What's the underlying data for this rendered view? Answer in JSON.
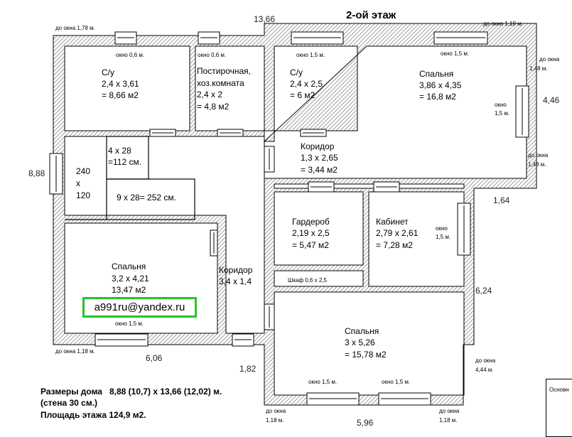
{
  "title": "2-ой этаж",
  "rooms": [
    {
      "id": "su1",
      "lines": [
        "С/у",
        "2,4 х 3,61",
        "= 8,66 м2"
      ]
    },
    {
      "id": "laundry",
      "lines": [
        "Постирочная,",
        "хоз.комната",
        "2,4 х 2",
        "= 4,8 м2"
      ]
    },
    {
      "id": "su2",
      "lines": [
        "С/у",
        "2,4 х 2,5",
        "= 6 м2"
      ]
    },
    {
      "id": "bed1",
      "lines": [
        "Спальня",
        "3,86 х 4,35",
        "= 16,8 м2"
      ]
    },
    {
      "id": "corr1",
      "lines": [
        "Коридор",
        "1,3 х 2,65",
        "= 3,44 м2"
      ]
    },
    {
      "id": "wardrobe",
      "lines": [
        "Гардероб",
        "2,19 х 2,5",
        "= 5,47 м2"
      ]
    },
    {
      "id": "cabinet",
      "lines": [
        "Кабинет",
        "2,79 х 2,61",
        "= 7,28 м2"
      ]
    },
    {
      "id": "bed2",
      "lines": [
        "Спальня",
        "3,2 х 4,21",
        "13,47 м2"
      ]
    },
    {
      "id": "corr2",
      "lines": [
        "Коридор",
        "3,4 х 1,4"
      ]
    },
    {
      "id": "bed3",
      "lines": [
        "Спальня",
        "3 х 5,26",
        "= 15,78 м2"
      ]
    }
  ],
  "stair_labels": [
    "4 х 28",
    "=112 см.",
    "9 х 28= 252 см.",
    "240",
    "х",
    "120"
  ],
  "closet_label": "Шкаф 0,6 х 2,5",
  "window_labels": [
    "окно 0,6 м.",
    "окно 0,6 м.",
    "окно 1,5 м.",
    "окно 1,5 м.",
    "окно 1,5 м.",
    "окно 1,5 м.",
    "окно 1,5 м."
  ],
  "side_window_labels": [
    [
      "окно",
      "1,5 м."
    ],
    [
      "окно",
      "1,5 м."
    ]
  ],
  "distance_labels": [
    "до окна 1,78 м.",
    "до окна 1,18 м.",
    "до окна 1,18 м.",
    [
      "до окна",
      "1,48 м."
    ],
    [
      "до окна",
      "1,48 м."
    ],
    [
      "до окна",
      "4,44 м."
    ],
    [
      "до окна",
      "1,18 м."
    ],
    [
      "до окна",
      "1,18 м."
    ]
  ],
  "dimensions": [
    "13,66",
    "4,46",
    "8,88",
    "1,64",
    "6,24",
    "6,06",
    "1,82",
    "5,96"
  ],
  "notes": [
    "Размеры дома   8,88 (10,7) х 13,66 (12,02) м.",
    "(стена 30 см.)",
    "Площадь этажа 124,9 м2."
  ],
  "email": "a991ru@yandex.ru",
  "legend_text": "Основн",
  "colors": {
    "wall_hatch": "#808080",
    "email_border": "#28c428"
  }
}
